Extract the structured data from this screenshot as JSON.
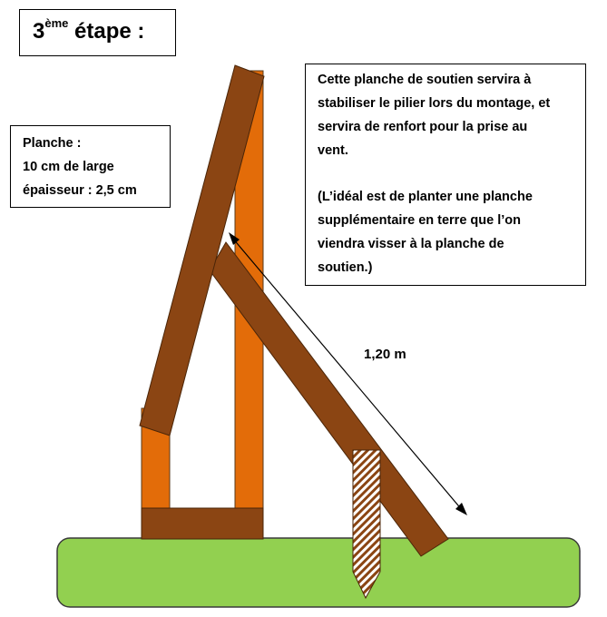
{
  "title": {
    "prefix": "3",
    "superscript": "ème",
    "suffix": " étape :"
  },
  "plank_spec": {
    "heading": "Planche :",
    "width": "10 cm de large",
    "thickness": "épaisseur : 2,5 cm"
  },
  "note": {
    "lines": [
      "Cette planche de soutien servira à",
      "stabiliser le pilier lors du montage, et",
      "servira de renfort pour la prise au",
      "vent.",
      "(L’idéal est de planter une planche",
      "supplémentaire en terre que l’on",
      "viendra visser à la planche de",
      "soutien.)"
    ]
  },
  "measurement": {
    "label": "1,20 m"
  },
  "colors": {
    "ground_fill": "#92D050",
    "ground_stroke": "#3a3a3a",
    "pillar_orange": "#E36C09",
    "plank_brown": "#8B4513",
    "stake_hatch": "#8B4513"
  }
}
